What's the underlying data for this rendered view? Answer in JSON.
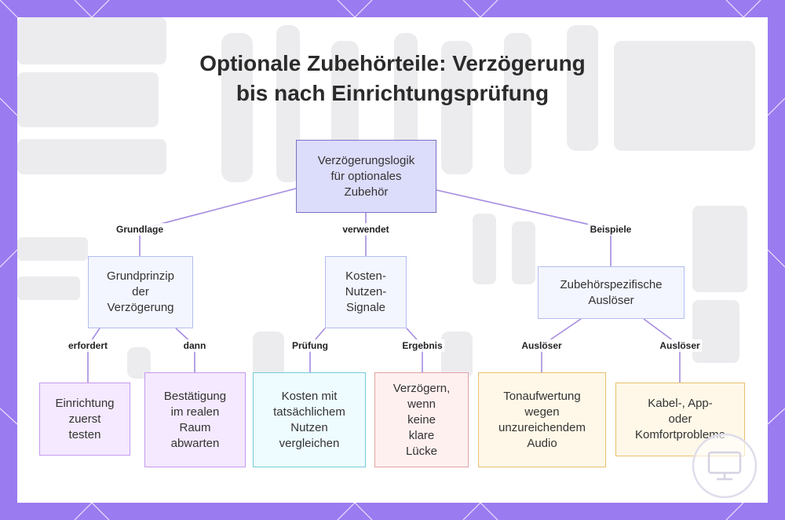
{
  "colors": {
    "frame": "#9b7bf0",
    "edge": "#a58be0",
    "root_fill": "#dcdcfb",
    "mid_fill": "#f3f5ff",
    "purple_fill": "#f4e9fe",
    "cyan_fill": "#eefbff",
    "red_fill": "#fff0f0",
    "yellow_fill": "#fff8e8"
  },
  "title": {
    "line1": "Optionale Zubehörteile: Verzögerung",
    "line2": "bis nach Einrichtungsprüfung"
  },
  "nodes": {
    "root": [
      "Verzögerungslogik",
      "für optionales",
      "Zubehör"
    ],
    "grundprinzip": [
      "Grundprinzip",
      "der",
      "Verzögerung"
    ],
    "kosten_signale": [
      "Kosten-",
      "Nutzen-",
      "Signale"
    ],
    "ausloeser": [
      "Zubehörspezifische",
      "Auslöser"
    ],
    "einrichtung": [
      "Einrichtung",
      "zuerst",
      "testen"
    ],
    "bestaetigung": [
      "Bestätigung",
      "im realen",
      "Raum",
      "abwarten"
    ],
    "kosten_vergleich": [
      "Kosten mit",
      "tatsächlichem",
      "Nutzen",
      "vergleichen"
    ],
    "verzoegern": [
      "Verzögern,",
      "wenn",
      "keine",
      "klare",
      "Lücke"
    ],
    "tonaufwertung": [
      "Tonaufwertung",
      "wegen",
      "unzureichendem",
      "Audio"
    ],
    "kabel": [
      "Kabel-, App-",
      "oder",
      "Komfortprobleme"
    ]
  },
  "edge_labels": {
    "grundlage": "Grundlage",
    "verwendet": "verwendet",
    "beispiele": "Beispiele",
    "erfordert": "erfordert",
    "dann": "dann",
    "pruefung": "Prüfung",
    "ergebnis": "Ergebnis",
    "ausloeser_1": "Auslöser",
    "ausloeser_2": "Auslöser"
  }
}
